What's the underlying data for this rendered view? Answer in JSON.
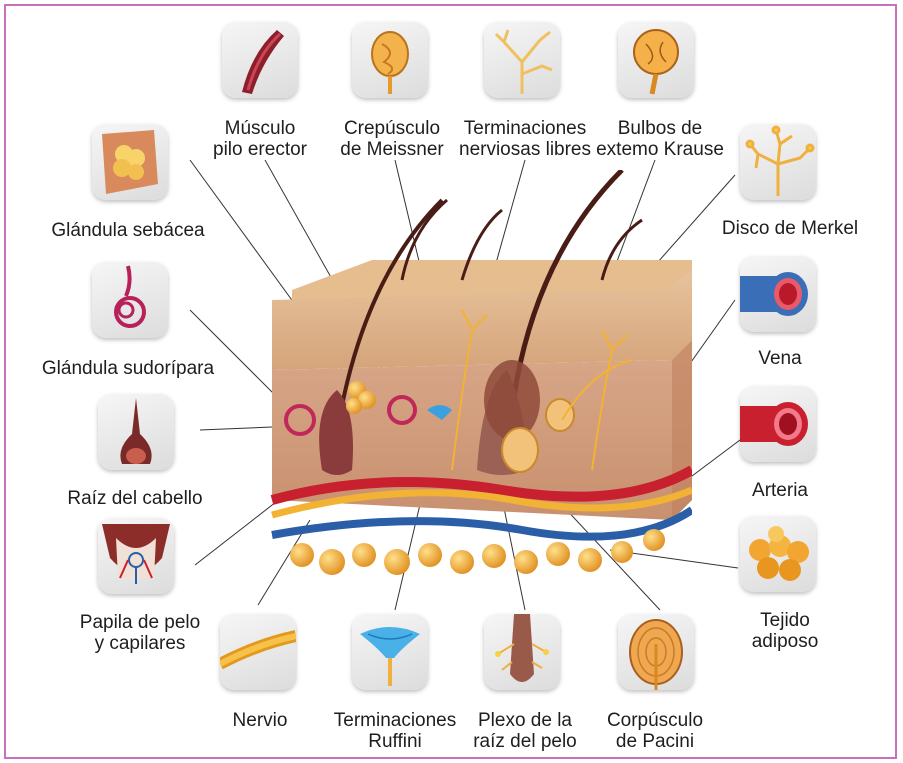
{
  "structures": {
    "musculo": {
      "line1": "Músculo",
      "line2": "pilo erector",
      "icon": "muscle-icon"
    },
    "meissner": {
      "line1": "Crepúsculo",
      "line2": "de Meissner",
      "icon": "meissner-corpuscle-icon"
    },
    "libres": {
      "line1": "Terminaciones",
      "line2": "nerviosas libres",
      "icon": "free-nerve-endings-icon"
    },
    "krause": {
      "line1": "Bulbos de",
      "line2": "extemo Krause",
      "icon": "krause-bulb-icon"
    },
    "merkel": {
      "line1": "Disco de Merkel",
      "icon": "merkel-disc-icon"
    },
    "sebacea": {
      "line1": "Glándula sebácea",
      "icon": "sebaceous-gland-icon"
    },
    "sudoripara": {
      "line1": "Glándula sudorípara",
      "icon": "sweat-gland-icon"
    },
    "raiz": {
      "line1": "Raíz del cabello",
      "icon": "hair-root-icon"
    },
    "papila": {
      "line1": "Papila de pelo",
      "line2": "y capilares",
      "icon": "hair-papilla-icon"
    },
    "vena": {
      "line1": "Vena",
      "icon": "vein-icon"
    },
    "arteria": {
      "line1": "Arteria",
      "icon": "artery-icon"
    },
    "adiposo": {
      "line1": "Tejido",
      "line2": "adiposo",
      "icon": "adipose-tissue-icon"
    },
    "nervio": {
      "line1": "Nervio",
      "icon": "nerve-icon"
    },
    "ruffini": {
      "line1": "Terminaciones",
      "line2": "Ruffini",
      "icon": "ruffini-ending-icon"
    },
    "plexo": {
      "line1": "Plexo de la",
      "line2": "raíz del pelo",
      "icon": "hair-root-plexus-icon"
    },
    "pacini": {
      "line1": "Corpúsculo",
      "line2": "de Pacini",
      "icon": "pacinian-corpuscle-icon"
    }
  },
  "colors": {
    "frame": "#c86fbd",
    "artery": "#c8202e",
    "vein": "#2a5fa8",
    "nerve": "#f2b233",
    "fat": "#f0a830",
    "skin": "#e9c7a2"
  }
}
